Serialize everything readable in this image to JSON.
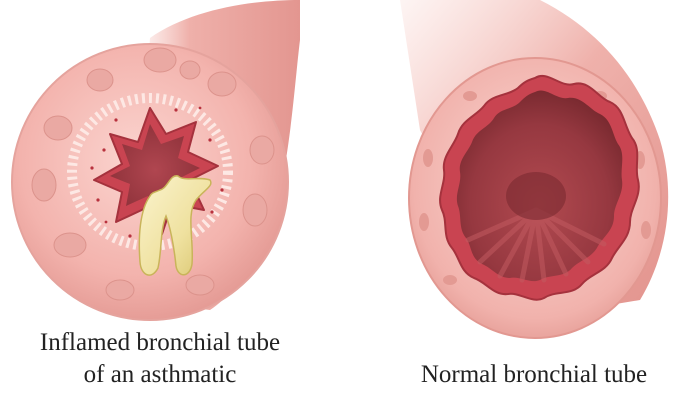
{
  "labels": {
    "inflamed_line1": "Inflamed bronchial tube",
    "inflamed_line2": "of an asthmatic",
    "normal": "Normal bronchial tube"
  },
  "colors": {
    "tissue": "#f4b8b3",
    "tissue_light": "#fbd9d4",
    "tissue_dark": "#e99d97",
    "lining": "#c7424f",
    "lumen": "#9e3a40",
    "lumen_dark": "#7a2a30",
    "mucus": "#f1e6a8",
    "mucus_edge": "#c9b45a",
    "text": "#222222"
  }
}
